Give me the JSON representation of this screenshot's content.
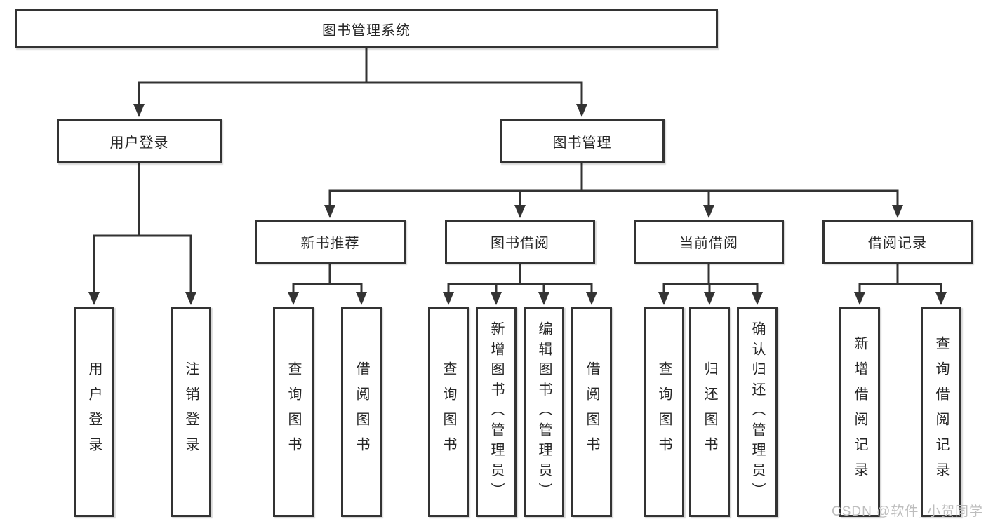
{
  "colors": {
    "line": "#333333",
    "box_border": "#333333",
    "box_background": "#ffffff",
    "text": "#262626",
    "watermark": "#bdbdbd"
  },
  "watermark": "CSDN @软件_小贺同学",
  "tree": {
    "label": "图书管理系统",
    "children": [
      {
        "label": "用户登录",
        "children": [
          {
            "label": "用户登录"
          },
          {
            "label": "注销登录"
          }
        ]
      },
      {
        "label": "图书管理",
        "children": [
          {
            "label": "新书推荐",
            "children": [
              {
                "label": "查询图书"
              },
              {
                "label": "借阅图书"
              }
            ]
          },
          {
            "label": "图书借阅",
            "children": [
              {
                "label": "查询图书"
              },
              {
                "label": "新增图书（管理员）"
              },
              {
                "label": "编辑图书（管理员）"
              },
              {
                "label": "借阅图书"
              }
            ]
          },
          {
            "label": "当前借阅",
            "children": [
              {
                "label": "查询图书"
              },
              {
                "label": "归还图书"
              },
              {
                "label": "确认归还（管理员）"
              }
            ]
          },
          {
            "label": "借阅记录",
            "children": [
              {
                "label": "新增借阅记录"
              },
              {
                "label": "查询借阅记录"
              }
            ]
          }
        ]
      }
    ]
  }
}
